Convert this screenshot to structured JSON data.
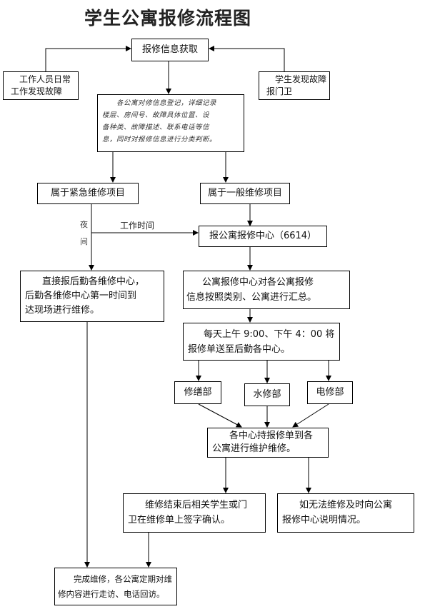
{
  "title": "学生公寓报修流程图",
  "nodes": {
    "info": "报修信息获取",
    "staff": [
      "工作人员日常",
      "工作发现故障"
    ],
    "student": [
      "学生发现故障",
      "报门卫"
    ],
    "register": [
      "各公寓对修信息登记，详细记录",
      "楼层、房间号、故障具体位置、设",
      "备种类、故障描述、联系电话等信",
      "息，同时对报修信息进行分类判断。"
    ],
    "urgent": "属于紧急维修项目",
    "general": "属于一般维修项目",
    "report_center": "报公寓报修中心（6614）",
    "direct": [
      "直接报后勤各维修中心，",
      "后勤各维修中心第一时间到",
      "达现场进行维修。"
    ],
    "summary": [
      "公寓报修中心对各公寓报修",
      "信息按照类别、公寓进行汇总。"
    ],
    "daily": [
      "每天上午 9:00、下午 4：00 将",
      "报修单送至后勤各中心。"
    ],
    "dept_repair": "修缮部",
    "dept_water": "水修部",
    "dept_power": "电修部",
    "maintain": [
      "各中心持报修单到各",
      "公寓进行维护维修。"
    ],
    "confirm": [
      "维修结束后相关学生或门",
      "卫在维修单上签字确认。"
    ],
    "explain": [
      "如无法维修及时向公寓",
      "报修中心说明情况。"
    ],
    "complete": [
      "完成维修，各公寓定期对维",
      "修内容进行走访、电话回访。"
    ]
  },
  "labels": {
    "night_1": "夜",
    "night_2": "间",
    "work_time": "工作时间"
  }
}
